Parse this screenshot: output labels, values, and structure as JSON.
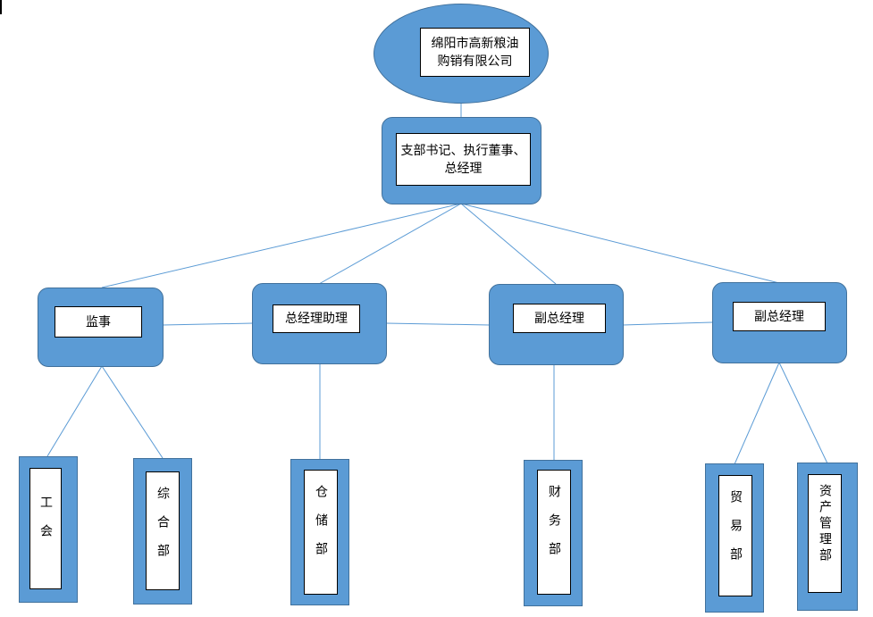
{
  "colors": {
    "box_fill": "#5b9bd5",
    "box_border": "#41719c",
    "label_fill": "#ffffff",
    "line": "#5b9bd5"
  },
  "nodes": {
    "company": "绵阳市高新粮油\n购销有限公司",
    "ceo": "支部书记、执行董事、\n总经理",
    "supervisor": "监事",
    "assistant": "总经理助理",
    "vp1": "副总经理",
    "vp2": "副总经理",
    "union": "工会",
    "general": "综合部",
    "storage": "仓储部",
    "finance": "财务部",
    "trade": "贸易部",
    "assets": "资产管理部"
  }
}
